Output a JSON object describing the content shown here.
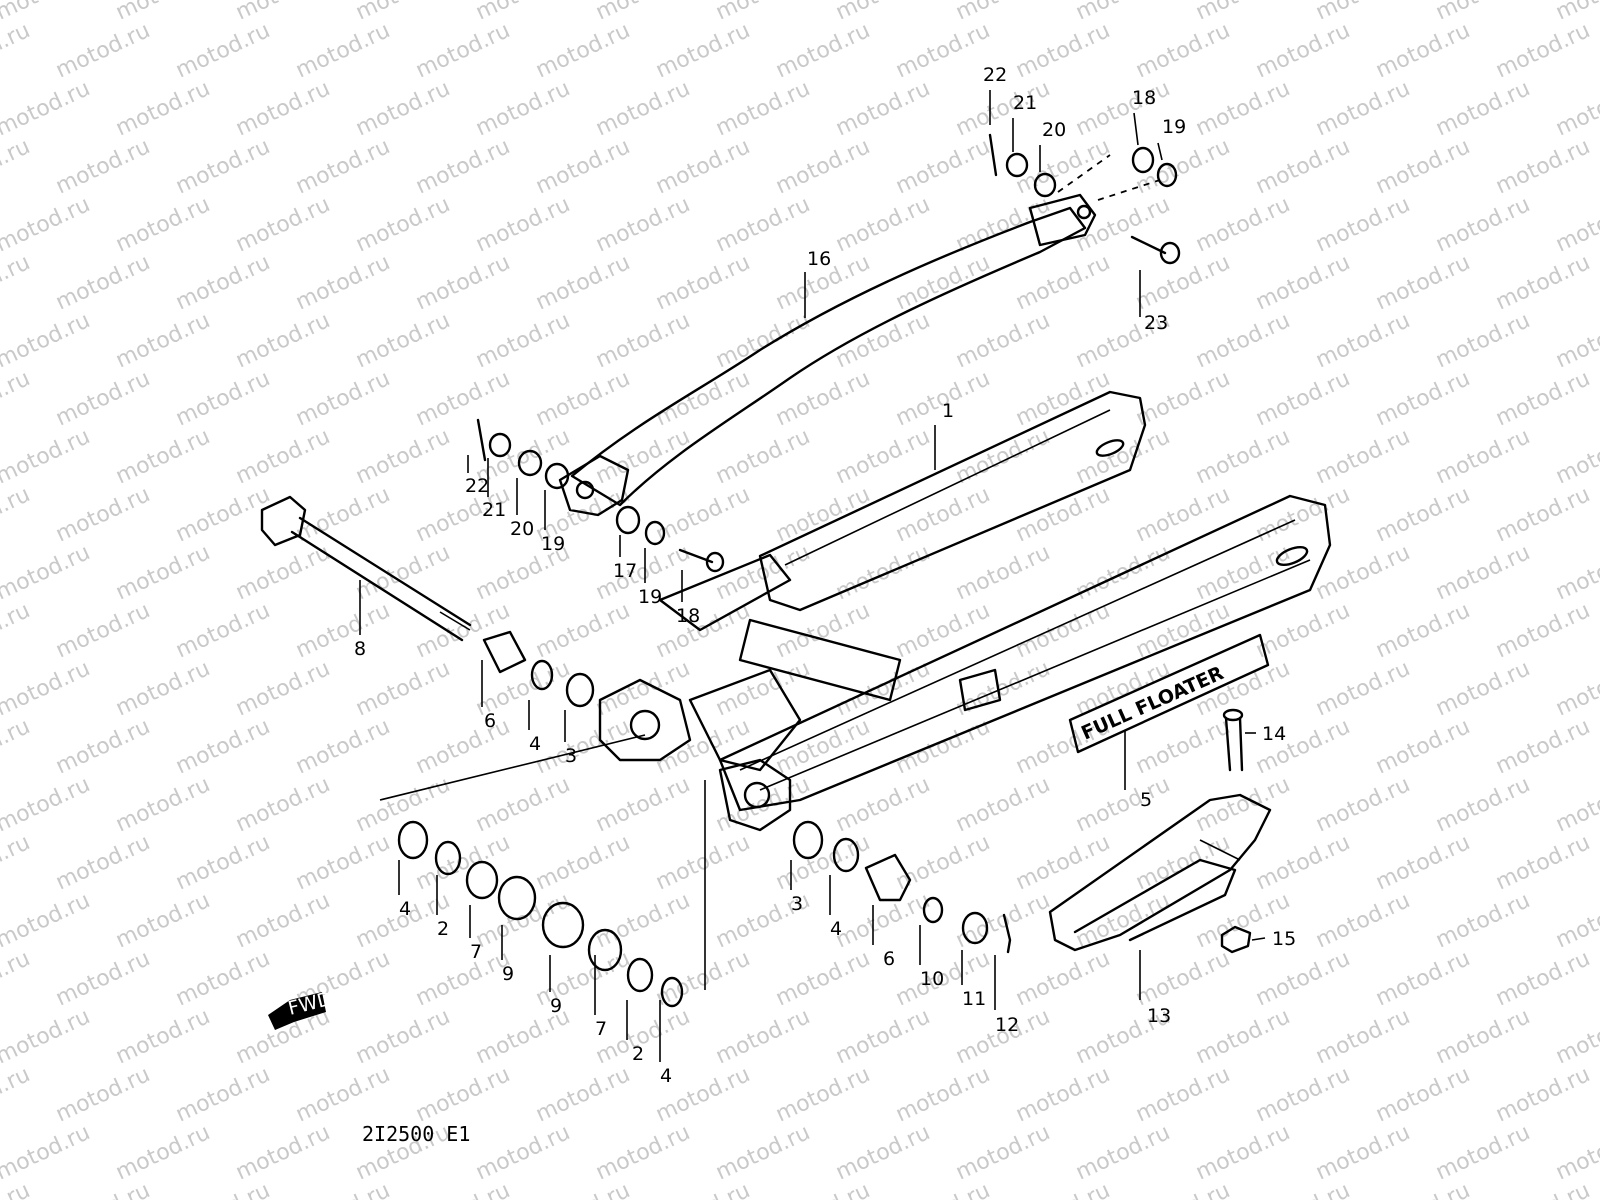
{
  "diagram": {
    "watermark": "motod.ru",
    "drawing_code": "2I2500 E1",
    "fwd_tag": "FWD",
    "decal_text": "FULL FLOATER",
    "part_labels": [
      {
        "id": "1",
        "text": "1"
      },
      {
        "id": "2a",
        "text": "2"
      },
      {
        "id": "2b",
        "text": "2"
      },
      {
        "id": "3a",
        "text": "3"
      },
      {
        "id": "3b",
        "text": "3"
      },
      {
        "id": "4a",
        "text": "4"
      },
      {
        "id": "4b",
        "text": "4"
      },
      {
        "id": "4c",
        "text": "4"
      },
      {
        "id": "4d",
        "text": "4"
      },
      {
        "id": "5",
        "text": "5"
      },
      {
        "id": "6a",
        "text": "6"
      },
      {
        "id": "6b",
        "text": "6"
      },
      {
        "id": "7a",
        "text": "7"
      },
      {
        "id": "7b",
        "text": "7"
      },
      {
        "id": "8",
        "text": "8"
      },
      {
        "id": "9a",
        "text": "9"
      },
      {
        "id": "9b",
        "text": "9"
      },
      {
        "id": "10",
        "text": "10"
      },
      {
        "id": "11",
        "text": "11"
      },
      {
        "id": "12",
        "text": "12"
      },
      {
        "id": "13",
        "text": "13"
      },
      {
        "id": "14",
        "text": "14"
      },
      {
        "id": "15",
        "text": "15"
      },
      {
        "id": "16",
        "text": "16"
      },
      {
        "id": "17",
        "text": "17"
      },
      {
        "id": "18a",
        "text": "18"
      },
      {
        "id": "18b",
        "text": "18"
      },
      {
        "id": "19a",
        "text": "19"
      },
      {
        "id": "19b",
        "text": "19"
      },
      {
        "id": "19c",
        "text": "19"
      },
      {
        "id": "20a",
        "text": "20"
      },
      {
        "id": "20b",
        "text": "20"
      },
      {
        "id": "21a",
        "text": "21"
      },
      {
        "id": "21b",
        "text": "21"
      },
      {
        "id": "22a",
        "text": "22"
      },
      {
        "id": "22b",
        "text": "22"
      },
      {
        "id": "23",
        "text": "23"
      }
    ]
  }
}
